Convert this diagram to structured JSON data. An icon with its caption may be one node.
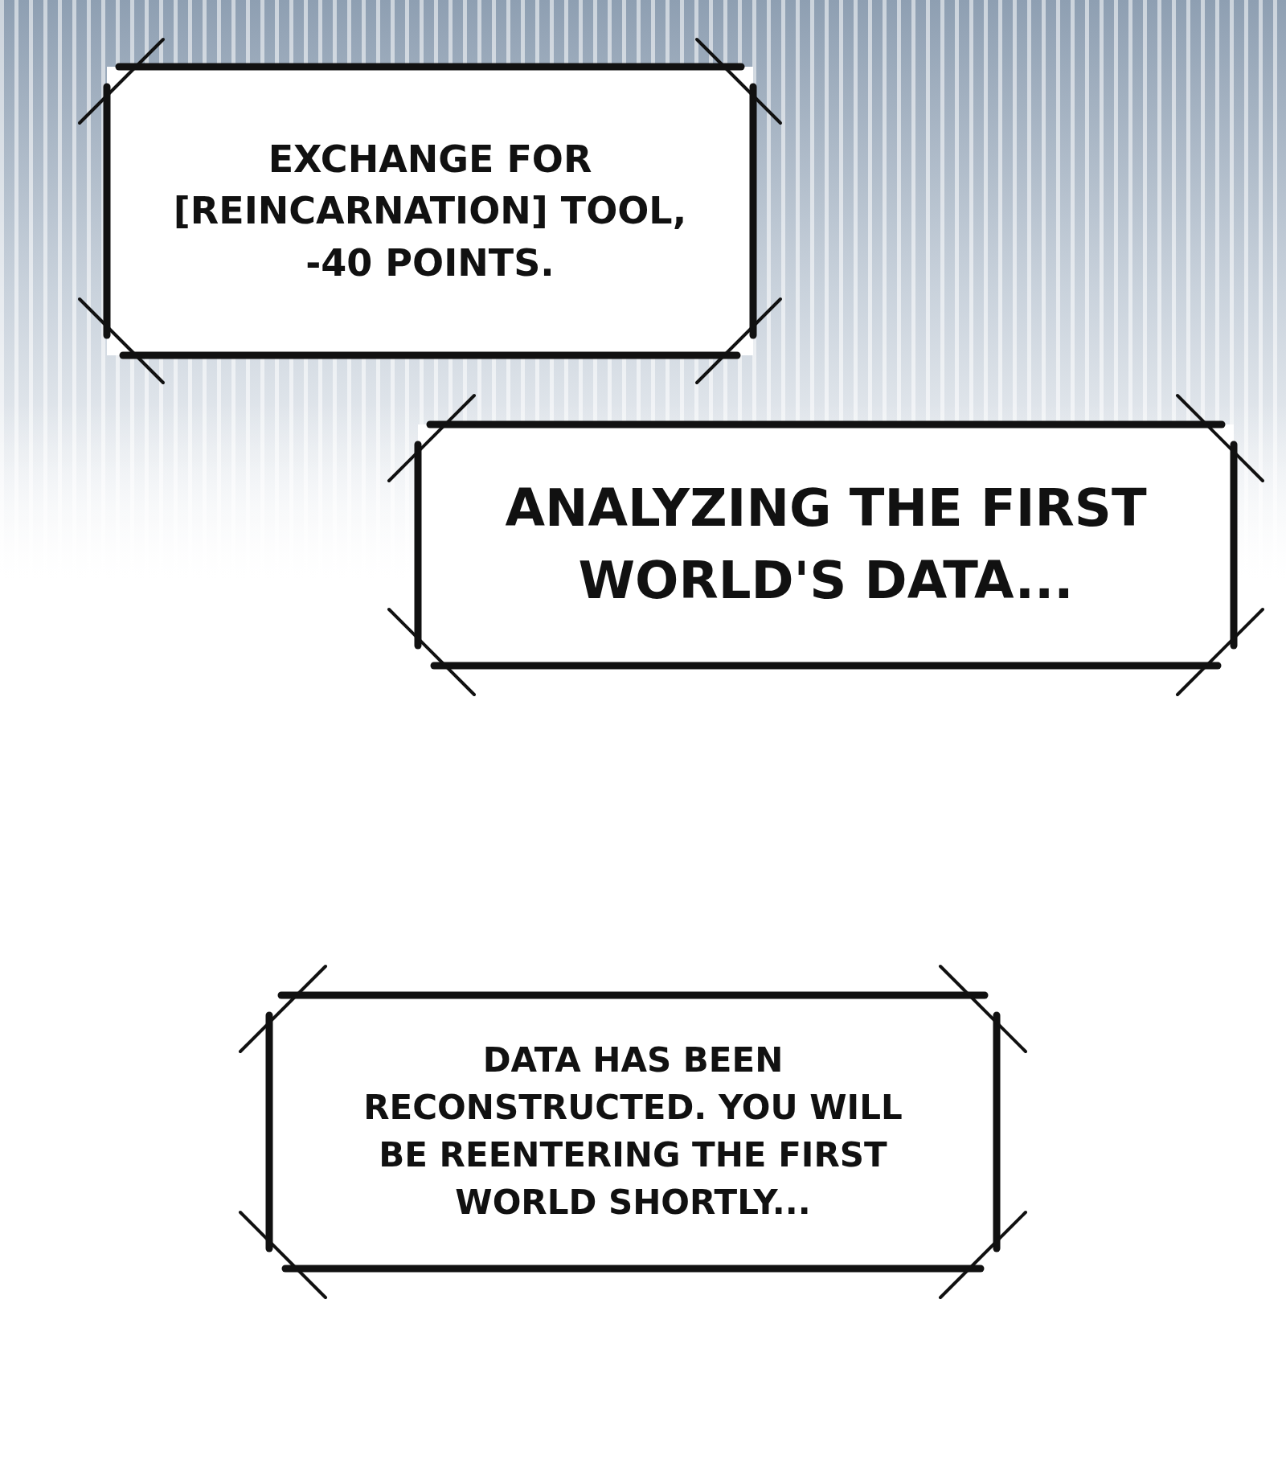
{
  "diagram": {
    "nodes": [
      {
        "text": [
          "EXCHANGE FOR [REINCARNATION] TOOL, -40 POINTS."
        ]
      },
      {
        "text": [
          "ANALYZING THE FIRST WORLD'S DATA..."
        ]
      },
      {
        "text": [
          "DATA HAS BEEN RECONSTRUCTED. YOU WILL BE REENTERING THE FIRST WORLD SHORTLY..."
        ]
      }
    ],
    "edges": []
  }
}
